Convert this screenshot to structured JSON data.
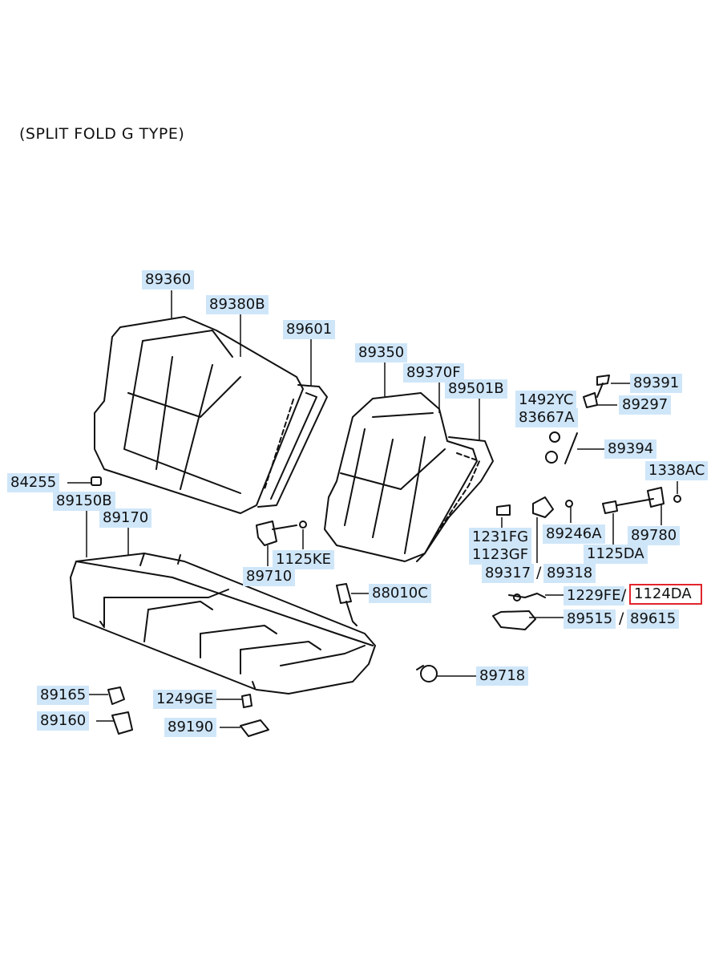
{
  "title": "(SPLIT FOLD G TYPE)",
  "highlight_color": "#e0252c",
  "label_bg": "#cfe6f9",
  "labels": {
    "p89360": "89360",
    "p89380B": "89380B",
    "p89601": "89601",
    "p89350": "89350",
    "p89370F": "89370F",
    "p89501B": "89501B",
    "p1492YC": "1492YC",
    "p83667A": "83667A",
    "p89391": "89391",
    "p89297": "89297",
    "p89394": "89394",
    "p1338AC": "1338AC",
    "p84255": "84255",
    "p89150B": "89150B",
    "p89170": "89170",
    "p1231FG": "1231FG",
    "p1123GF": "1123GF",
    "p89246A": "89246A",
    "p89780": "89780",
    "p1125DA": "1125DA",
    "p1125KE": "1125KE",
    "p89710": "89710",
    "p89317": "89317",
    "p89318": "89318",
    "p88010C": "88010C",
    "p1229FE": "1229FE",
    "p1124DA": "1124DA",
    "p89515": "89515",
    "p89615": "89615",
    "p89718": "89718",
    "p89165": "89165",
    "p89160": "89160",
    "p1249GE": "1249GE",
    "p89190": "89190"
  },
  "separators": {
    "slash": "/"
  }
}
